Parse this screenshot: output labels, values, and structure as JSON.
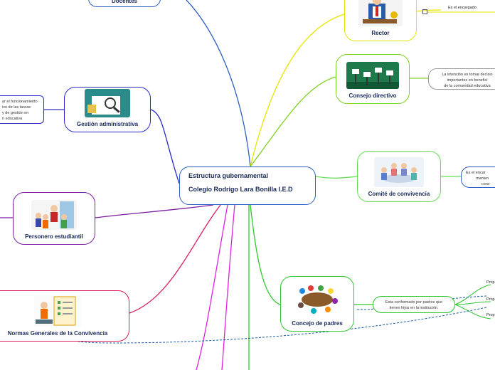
{
  "center": {
    "line1": "Estructura gubernamental",
    "line2": "Colegio Rodrigo Lara Bonilla I.E.D"
  },
  "nodes": {
    "docentes": "Docentes",
    "rector": "Rector",
    "consejo_directivo": "Consejo directivo",
    "gestion_administrativa": "Gestión administrativa",
    "comite_convivencia": "Comité de convivencia",
    "personero": "Personero estudiantil",
    "normas": "Normas Generales de la Convivencia",
    "concejo_padres": "Concejo de padres"
  },
  "notes": {
    "rector_note": "Es el encargado",
    "consejo_note_1": "La intención es tomar decisio",
    "consejo_note_2": "importantes en benefici",
    "consejo_note_3": "de la comunidad educativa",
    "gestion_note_1": "ar el funcionamiento",
    "gestion_note_2": "ivo de las tareas",
    "gestion_note_3": "y de gestión en",
    "gestion_note_4": "n educativa",
    "comite_note_1": "Es el encar",
    "comite_note_2": "manten",
    "comite_note_3": "conv",
    "padres_note_1": "Esta conformado por padres que",
    "padres_note_2": "tienen hijos en la institución."
  },
  "leaves": [
    "Prop",
    "Prop",
    "Prop"
  ],
  "colors": {
    "docentes": "#2e5fc4",
    "rector": "#e8e600",
    "consejo": "#7ed321",
    "gestion": "#2a2acc",
    "comite": "#66dd55",
    "personero": "#7b1fa2",
    "normas": "#d81b60",
    "padres": "#2ec82e",
    "center": "#2e5fc4",
    "dashed": "#1d5fa8",
    "magenta": "#e020e0"
  }
}
